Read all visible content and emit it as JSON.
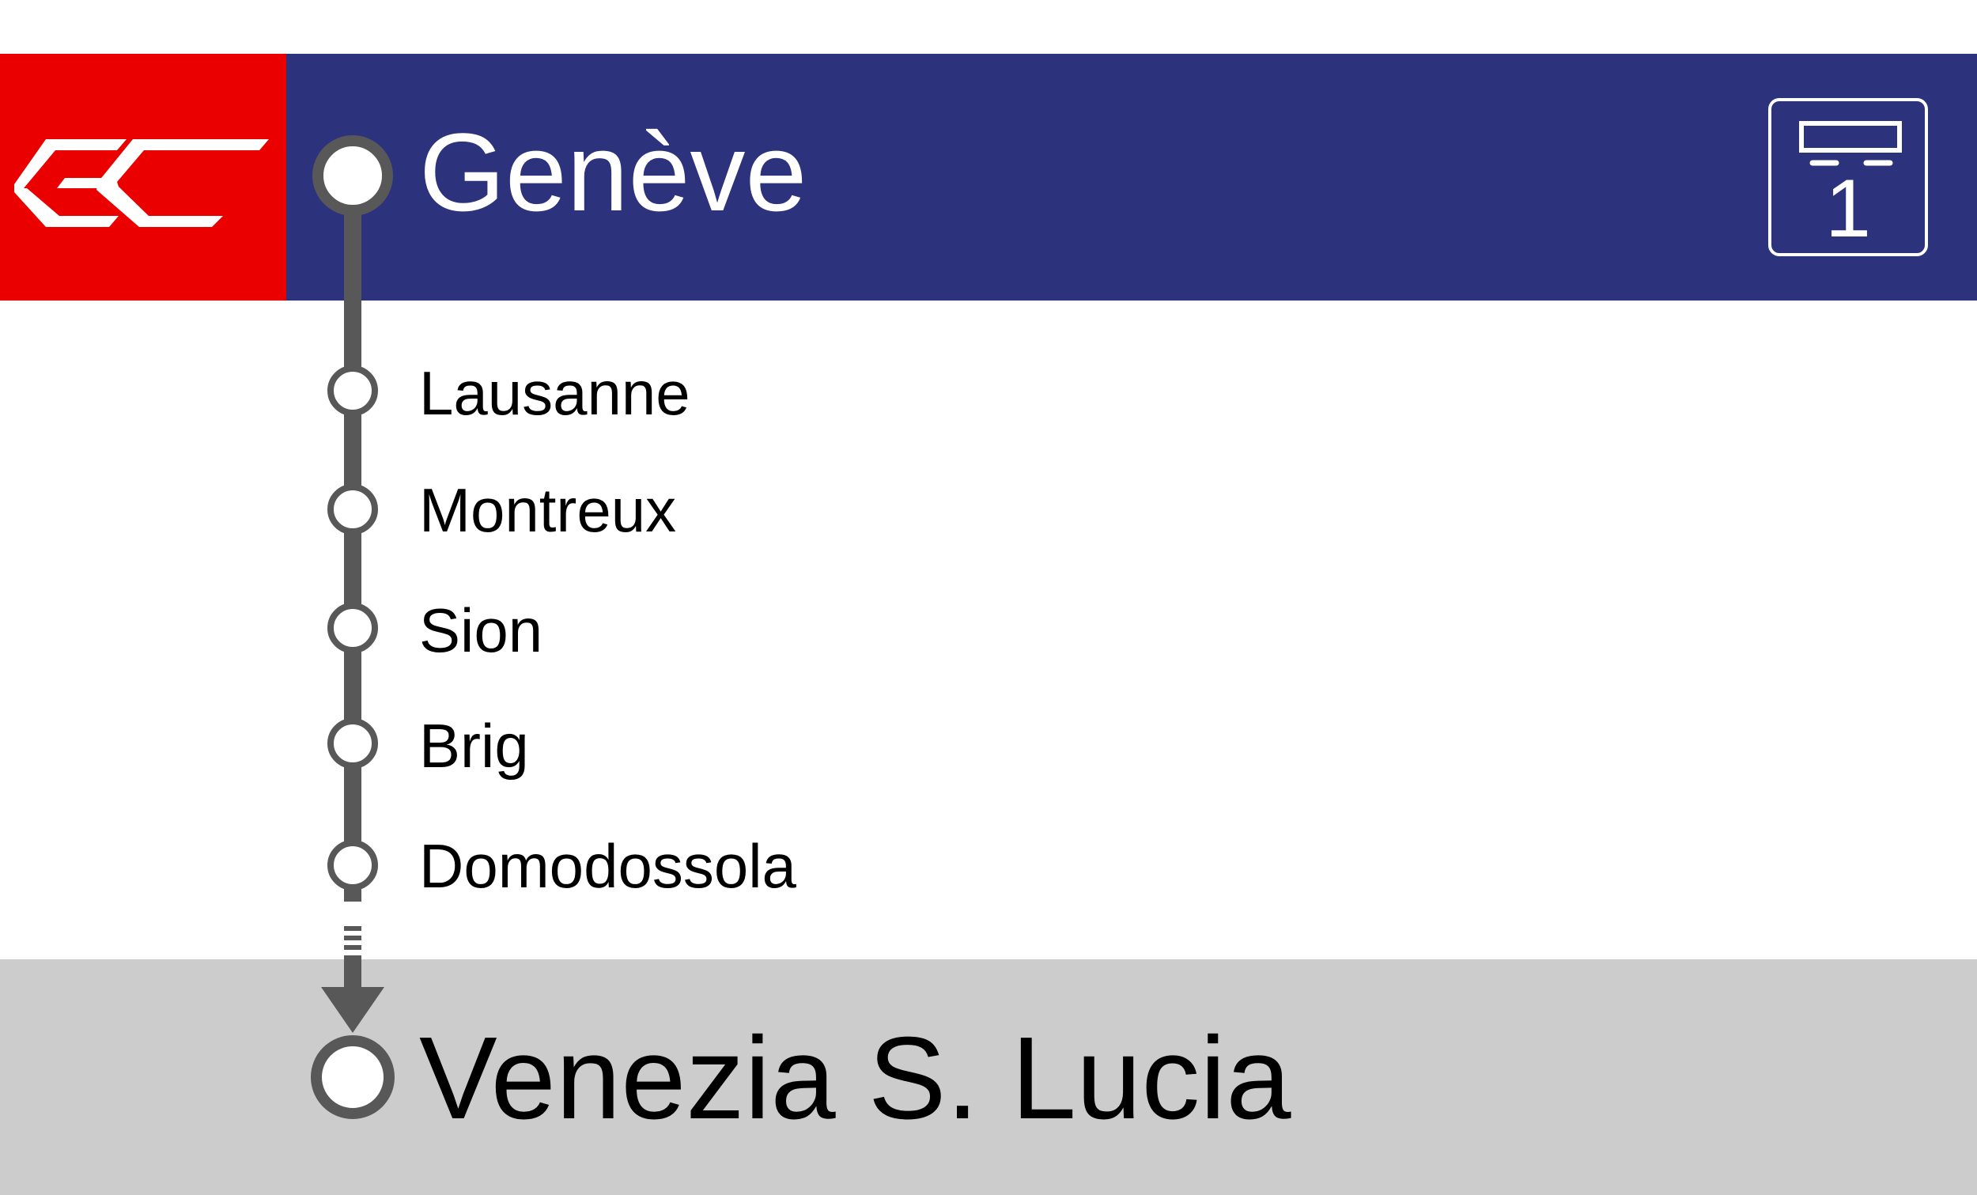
{
  "brand": {
    "logo_text": "EC",
    "logo_color": "#eb0000",
    "header_color": "#2d327d",
    "footer_color": "#cccccc",
    "line_color": "#585858"
  },
  "origin": {
    "name": "Genève"
  },
  "first_class": {
    "icon": "first-class-seat-icon",
    "number": "1"
  },
  "stops": [
    {
      "name": "Lausanne"
    },
    {
      "name": "Montreux"
    },
    {
      "name": "Sion"
    },
    {
      "name": "Brig"
    },
    {
      "name": "Domodossola"
    }
  ],
  "destination": {
    "name": "Venezia S. Lucia"
  }
}
